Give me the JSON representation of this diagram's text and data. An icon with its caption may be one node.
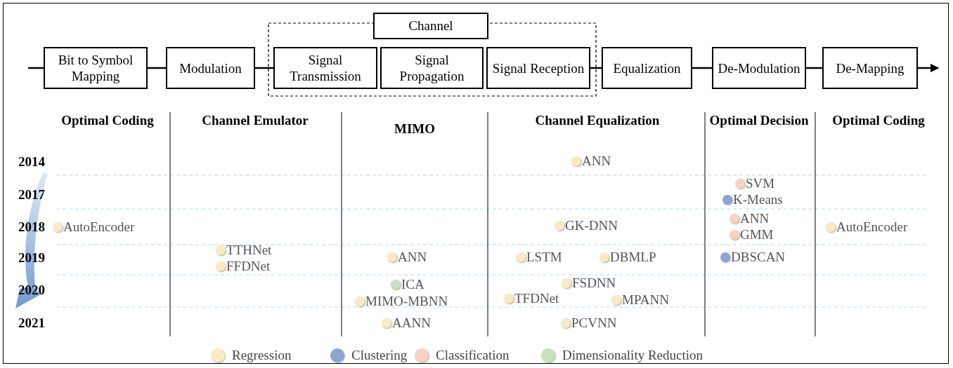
{
  "diagram": {
    "nodes": [
      {
        "text": [
          "Bit to Symbol Mapping"
        ]
      },
      {
        "text": [
          "Modulation"
        ]
      },
      {
        "text": [
          "Channel"
        ]
      },
      {
        "text": [
          "Signal Transmission"
        ],
        "in": 2
      },
      {
        "text": [
          "Signal Propagation"
        ],
        "in": 2
      },
      {
        "text": [
          "Signal Reception"
        ],
        "in": 2
      },
      {
        "text": [
          "Equalization"
        ]
      },
      {
        "text": [
          "De-Modulation"
        ]
      },
      {
        "text": [
          "De-Mapping"
        ]
      },
      {
        "text": [],
        "shape": "circle",
        "beside": [
          "ANN"
        ]
      },
      {
        "text": [],
        "shape": "circle",
        "beside": [
          "SVM"
        ]
      },
      {
        "text": [],
        "shape": "circle",
        "beside": [
          "K-Means"
        ]
      },
      {
        "text": [],
        "shape": "circle",
        "beside": [
          "AutoEncoder"
        ]
      },
      {
        "text": [],
        "shape": "circle",
        "beside": [
          "GK-DNN"
        ]
      },
      {
        "text": [],
        "shape": "circle",
        "beside": [
          "ANN"
        ]
      },
      {
        "text": [],
        "shape": "circle",
        "beside": [
          "GMM"
        ]
      },
      {
        "text": [],
        "shape": "circle",
        "beside": [
          "AutoEncoder"
        ]
      },
      {
        "text": [],
        "shape": "circle",
        "beside": [
          "TTHNet"
        ]
      },
      {
        "text": [],
        "shape": "circle",
        "beside": [
          "FFDNet"
        ]
      },
      {
        "text": [],
        "shape": "circle",
        "beside": [
          "ANN"
        ]
      },
      {
        "text": [],
        "shape": "circle",
        "beside": [
          "LSTM"
        ]
      },
      {
        "text": [],
        "shape": "circle",
        "beside": [
          "DBMLP"
        ]
      },
      {
        "text": [],
        "shape": "circle",
        "beside": [
          "DBSCAN"
        ]
      },
      {
        "text": [],
        "shape": "circle",
        "beside": [
          "ICA"
        ]
      },
      {
        "text": [],
        "shape": "circle",
        "beside": [
          "MIMO-MBNN"
        ]
      },
      {
        "text": [],
        "shape": "circle",
        "beside": [
          "FSDNN"
        ]
      },
      {
        "text": [],
        "shape": "circle",
        "beside": [
          "TFDNet"
        ]
      },
      {
        "text": [],
        "shape": "circle",
        "beside": [
          "MPANN"
        ]
      },
      {
        "text": [],
        "shape": "circle",
        "beside": [
          "AANN"
        ]
      },
      {
        "text": [],
        "shape": "circle",
        "beside": [
          "PCVNN"
        ]
      }
    ],
    "edges": [
      {
        "from": null,
        "to": 0,
        "arrow": "none"
      },
      {
        "from": 0,
        "to": 1,
        "arrow": "none"
      },
      {
        "from": 1,
        "to": 3,
        "arrow": "none"
      },
      {
        "from": 5,
        "to": 6,
        "arrow": "none"
      },
      {
        "from": 6,
        "to": 7,
        "arrow": "none"
      },
      {
        "from": 7,
        "to": 8,
        "arrow": "none"
      },
      {
        "from": 8,
        "to": null,
        "arrow": "to"
      }
    ],
    "labels": [
      "Optimal Coding",
      "Channel Emulator",
      "MIMO",
      "Channel Equalization",
      "Optimal Decision",
      "Optimal Coding",
      "2014",
      "2017",
      "2018",
      "2019",
      "2020",
      "2021"
    ],
    "legend": [
      {
        "text": "Regression",
        "color": "#f7ebc3"
      },
      {
        "text": "Clustering",
        "color": "#8ea5d3"
      },
      {
        "text": "Classification",
        "color": "#f7d3c4"
      },
      {
        "text": "Dimensionality Reduction",
        "color": "#c8e0bd"
      }
    ]
  }
}
